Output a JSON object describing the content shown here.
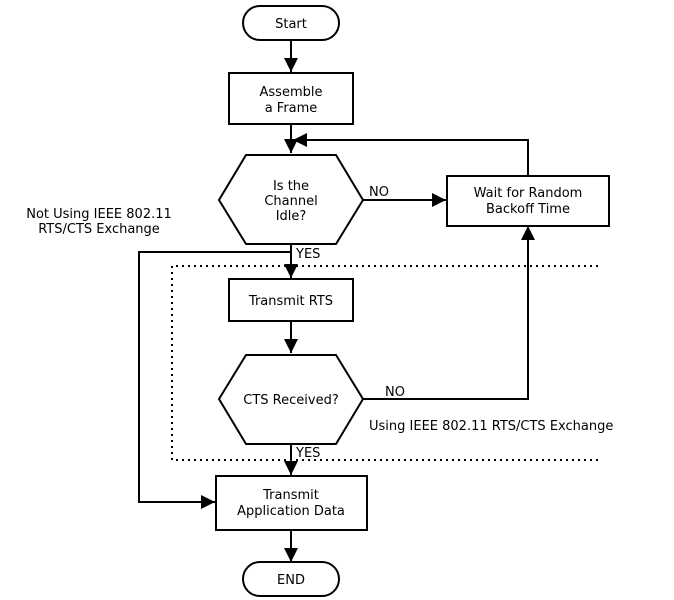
{
  "nodes": {
    "start": "Start",
    "assemble": [
      "Assemble",
      "a Frame"
    ],
    "idle": [
      "Is the",
      "Channel",
      "Idle?"
    ],
    "wait": [
      "Wait for Random",
      "Backoff Time"
    ],
    "rts": "Transmit RTS",
    "cts": "CTS Received?",
    "transmit": [
      "Transmit",
      "Application Data"
    ],
    "end": "END"
  },
  "edge_labels": {
    "idle_no": "NO",
    "idle_yes": "YES",
    "cts_no": "NO",
    "cts_yes": "YES"
  },
  "annotations": {
    "not_using": [
      "Not Using IEEE 802.11",
      "RTS/CTS Exchange"
    ],
    "using": "Using IEEE 802.11 RTS/CTS Exchange"
  }
}
